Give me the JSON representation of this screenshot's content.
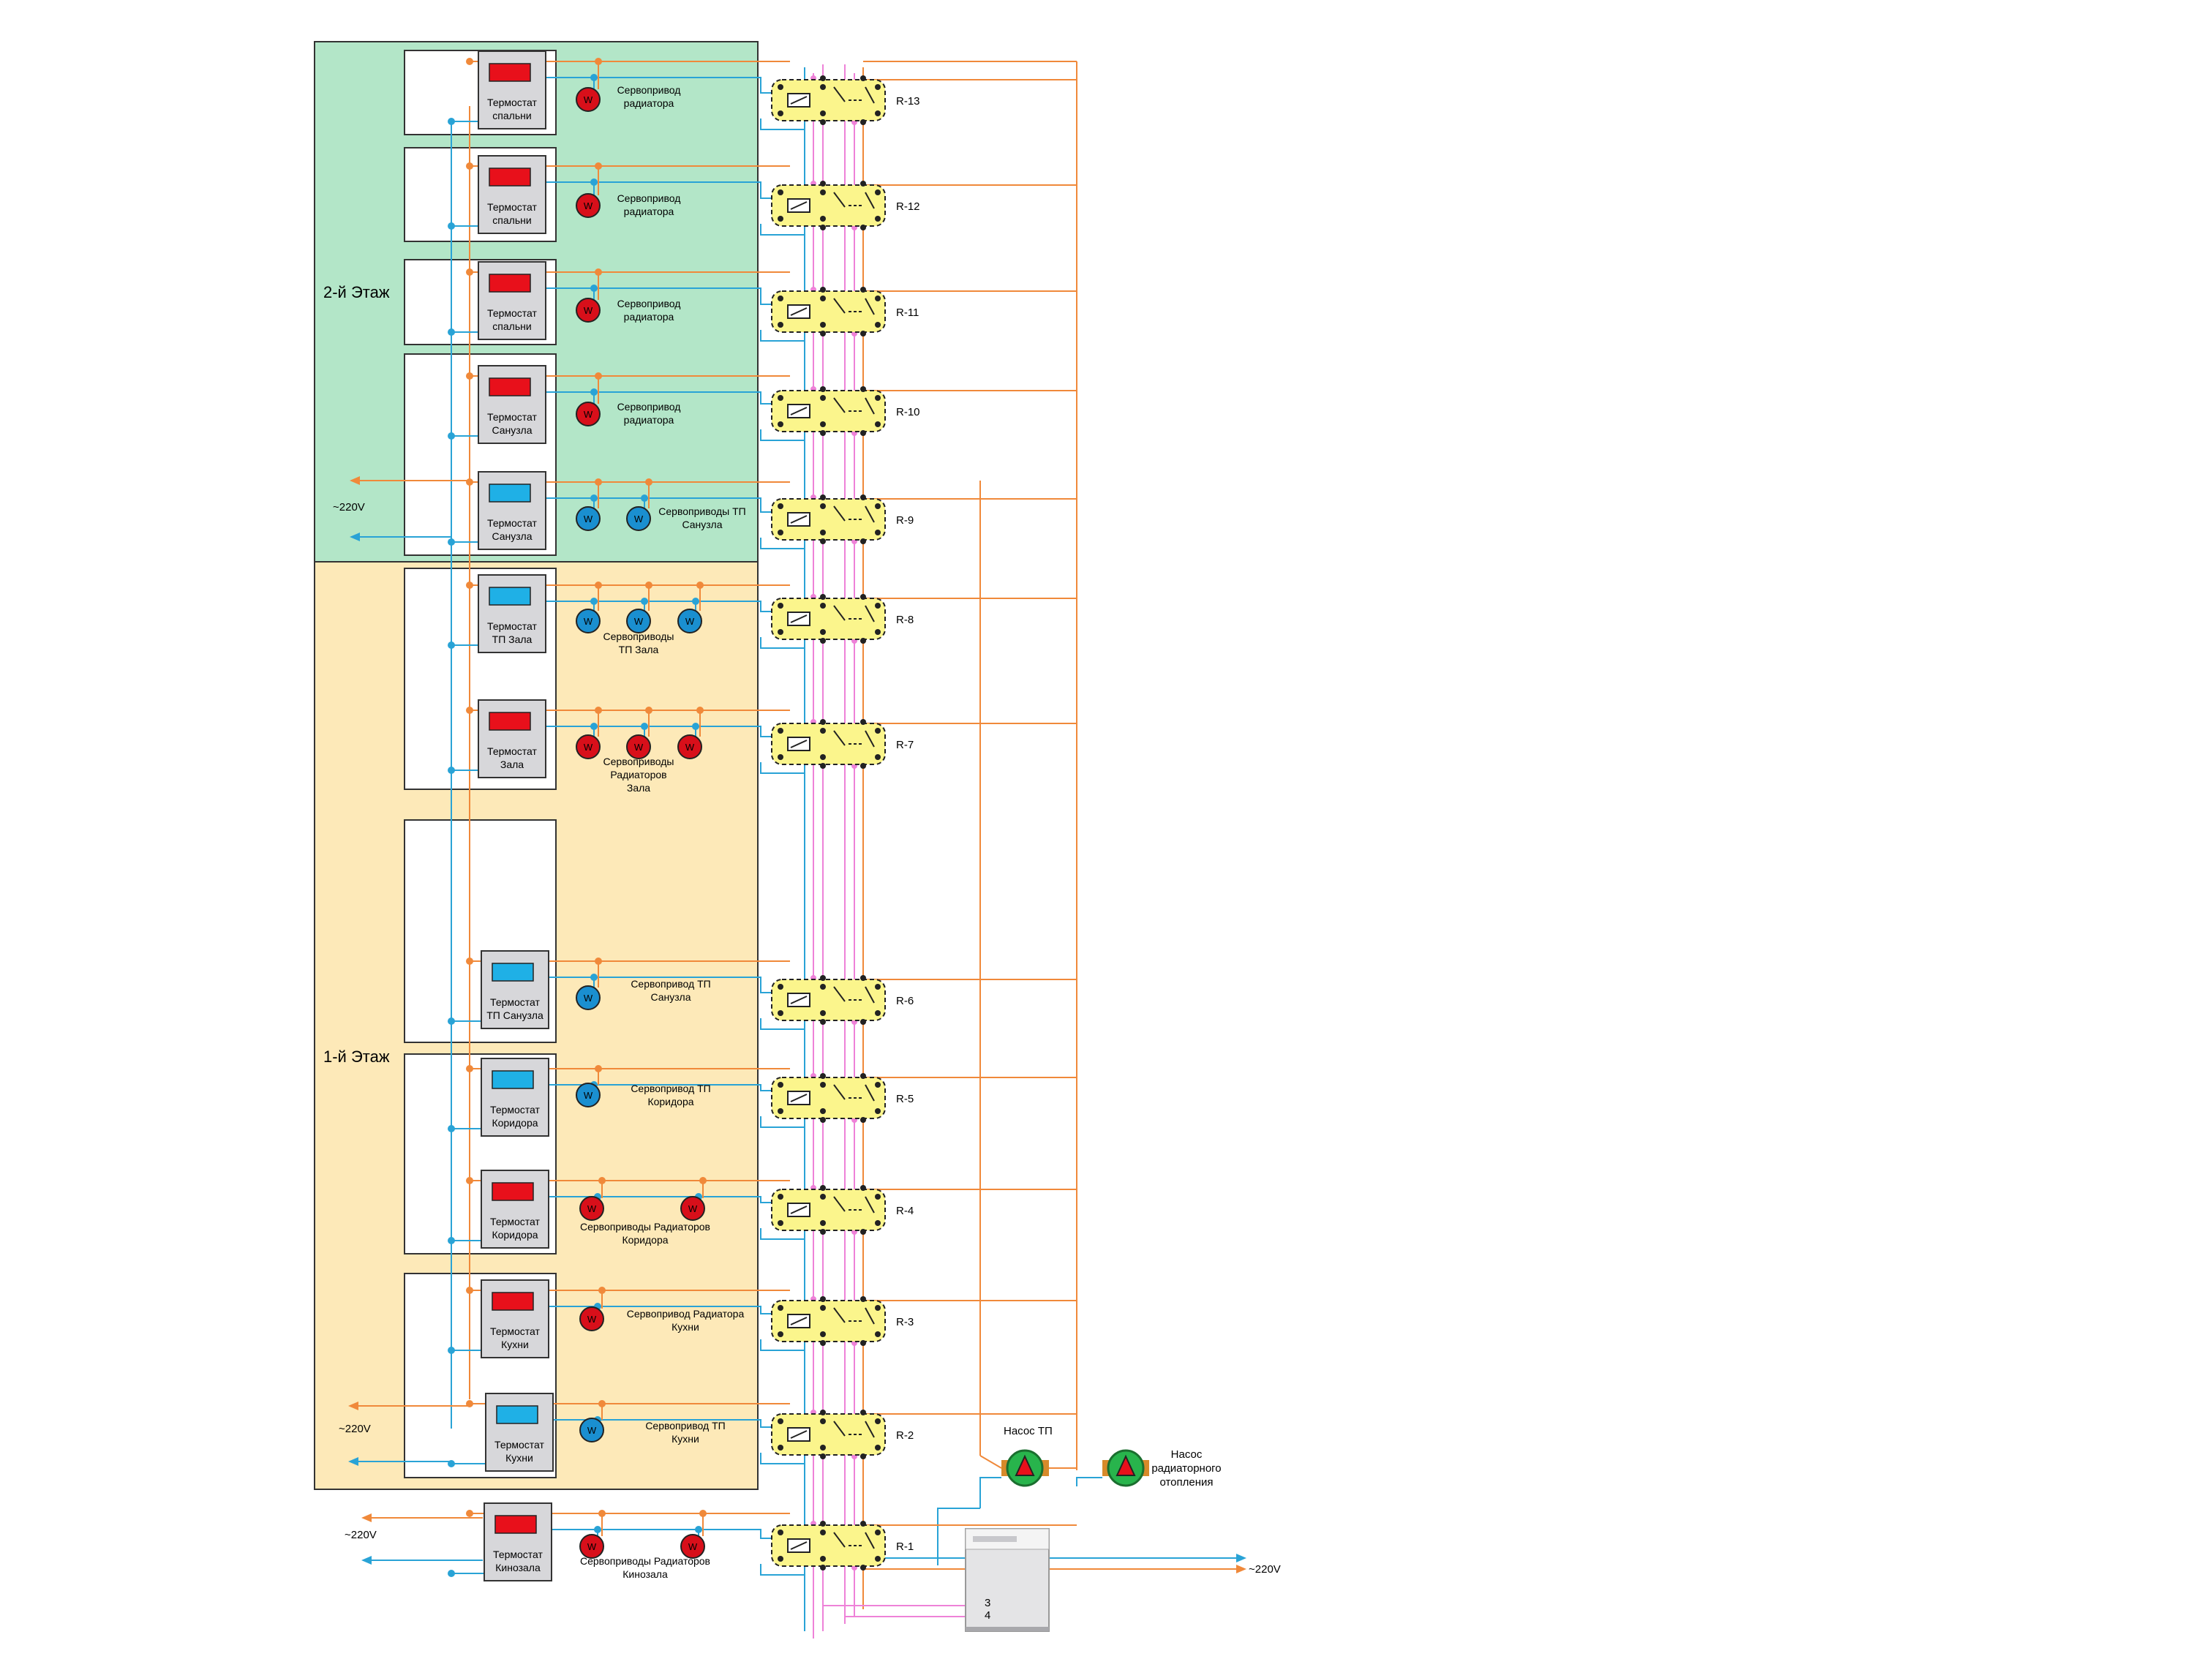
{
  "zones": {
    "floor2": "2-й Этаж",
    "floor1": "1-й Этаж"
  },
  "supply": {
    "floor2": "~220V",
    "floor1": "~220V",
    "cinema": "~220V",
    "boiler": "~220V"
  },
  "thermostats": [
    {
      "id": "t1",
      "l1": "Термостат",
      "l2": "спальни",
      "kind": "radiator"
    },
    {
      "id": "t2",
      "l1": "Термостат",
      "l2": "спальни",
      "kind": "radiator"
    },
    {
      "id": "t3",
      "l1": "Термостат",
      "l2": "спальни",
      "kind": "radiator"
    },
    {
      "id": "t4",
      "l1": "Термостат",
      "l2": "Санузла",
      "kind": "radiator"
    },
    {
      "id": "t5",
      "l1": "Термостат",
      "l2": "Санузла",
      "kind": "floor"
    },
    {
      "id": "t6",
      "l1": "Термостат",
      "l2": "ТП Зала",
      "kind": "floor"
    },
    {
      "id": "t7",
      "l1": "Термостат",
      "l2": "Зала",
      "kind": "radiator"
    },
    {
      "id": "t8",
      "l1": "Термостат",
      "l2": "ТП Санузла",
      "kind": "floor"
    },
    {
      "id": "t9",
      "l1": "Термостат",
      "l2": "Коридора",
      "kind": "floor"
    },
    {
      "id": "t10",
      "l1": "Термостат",
      "l2": "Коридора",
      "kind": "radiator"
    },
    {
      "id": "t11",
      "l1": "Термостат",
      "l2": "Кухни",
      "kind": "radiator"
    },
    {
      "id": "t12",
      "l1": "Термостат",
      "l2": "Кухни",
      "kind": "floor"
    },
    {
      "id": "t13",
      "l1": "Термостат",
      "l2": "Кинозала",
      "kind": "radiator"
    }
  ],
  "actuator_labels": [
    {
      "l1": "Сервопривод",
      "l2": "радиатора"
    },
    {
      "l1": "Сервопривод",
      "l2": "радиатора"
    },
    {
      "l1": "Сервопривод",
      "l2": "радиатора"
    },
    {
      "l1": "Сервопривод",
      "l2": "радиатора"
    },
    {
      "l1": "Сервоприводы ТП",
      "l2": "Санузла"
    },
    {
      "l1": "Сервоприводы",
      "l2": "ТП Зала"
    },
    {
      "l1": "Сервоприводы",
      "l2": "Радиаторов",
      "l3": "Зала"
    },
    {
      "l1": "Сервопривод ТП",
      "l2": "Санузла"
    },
    {
      "l1": "Сервопривод ТП",
      "l2": "Коридора"
    },
    {
      "l1": "Сервоприводы Радиаторов",
      "l2": "Коридора"
    },
    {
      "l1": "Сервопривод Радиатора",
      "l2": "Кухни"
    },
    {
      "l1": "Сервопривод ТП",
      "l2": "Кухни"
    },
    {
      "l1": "Сервоприводы Радиаторов",
      "l2": "Кинозала"
    }
  ],
  "valve_symbol": "W",
  "relays": [
    "R-13",
    "R-12",
    "R-11",
    "R-10",
    "R-9",
    "R-8",
    "R-7",
    "R-6",
    "R-5",
    "R-4",
    "R-3",
    "R-2",
    "R-1"
  ],
  "pumps": {
    "floor_heating": "Насос ТП",
    "radiator": [
      "Насос",
      "радиаторного",
      "отопления"
    ]
  },
  "boiler_terminals": [
    "3",
    "4"
  ],
  "colors": {
    "floor2_bg": "#b3e6c8",
    "floor1_bg": "#fde9b8",
    "orange_wire": "#f0893a",
    "blue_wire": "#29a3d6",
    "pink_wire": "#ee82d8",
    "relay_fill": "#fbf58c",
    "radiator_red": "#e8101b",
    "floor_blue": "#1fb0e6",
    "pump_green": "#28b44c"
  }
}
